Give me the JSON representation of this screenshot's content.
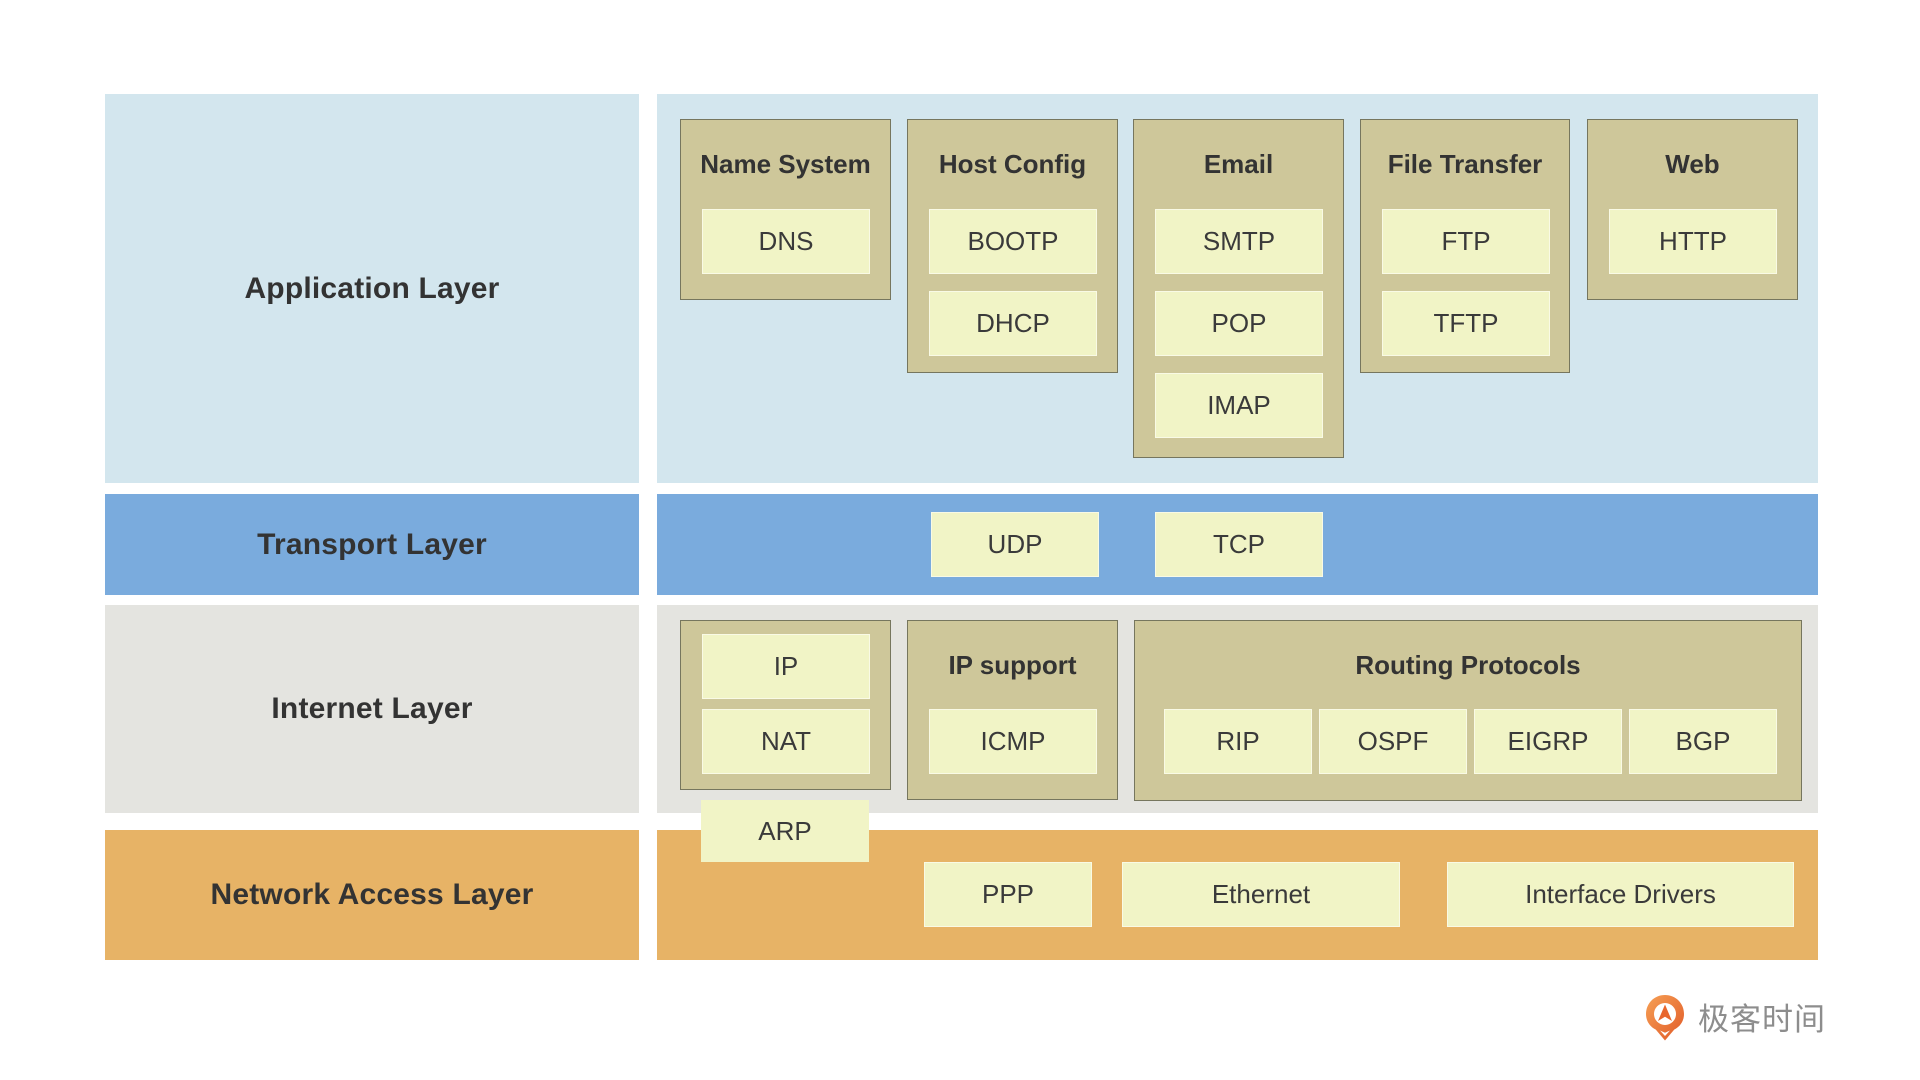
{
  "layers": {
    "application": {
      "label": "Application Layer",
      "groups": [
        {
          "title": "Name System",
          "items": [
            "DNS"
          ]
        },
        {
          "title": "Host Config",
          "items": [
            "BOOTP",
            "DHCP"
          ]
        },
        {
          "title": "Email",
          "items": [
            "SMTP",
            "POP",
            "IMAP"
          ]
        },
        {
          "title": "File Transfer",
          "items": [
            "FTP",
            "TFTP"
          ]
        },
        {
          "title": "Web",
          "items": [
            "HTTP"
          ]
        }
      ]
    },
    "transport": {
      "label": "Transport Layer",
      "items": [
        "UDP",
        "TCP"
      ]
    },
    "internet": {
      "label": "Internet Layer",
      "groups": [
        {
          "title": "",
          "items": [
            "IP",
            "NAT"
          ]
        },
        {
          "title": "IP support",
          "items": [
            "ICMP"
          ]
        },
        {
          "title": "Routing Protocols",
          "items": [
            "RIP",
            "OSPF",
            "EIGRP",
            "BGP"
          ]
        }
      ],
      "bridge_item": "ARP"
    },
    "network_access": {
      "label": "Network Access Layer",
      "items": [
        "PPP",
        "Ethernet",
        "Interface Drivers"
      ]
    }
  },
  "logo": {
    "text": "极客时间",
    "icon": "geektime-pin-icon",
    "icon_color": "#ed7d3e",
    "text_color": "#8d8d8d"
  },
  "colors": {
    "application_band": "#d3e6ee",
    "transport_band": "#7aabdd",
    "internet_band": "#e4e4e0",
    "network_access_band": "#e7b366",
    "group_fill": "#cec79a",
    "group_border": "#76765e",
    "item_fill": "#f1f4c6",
    "label_text": "#333333"
  }
}
